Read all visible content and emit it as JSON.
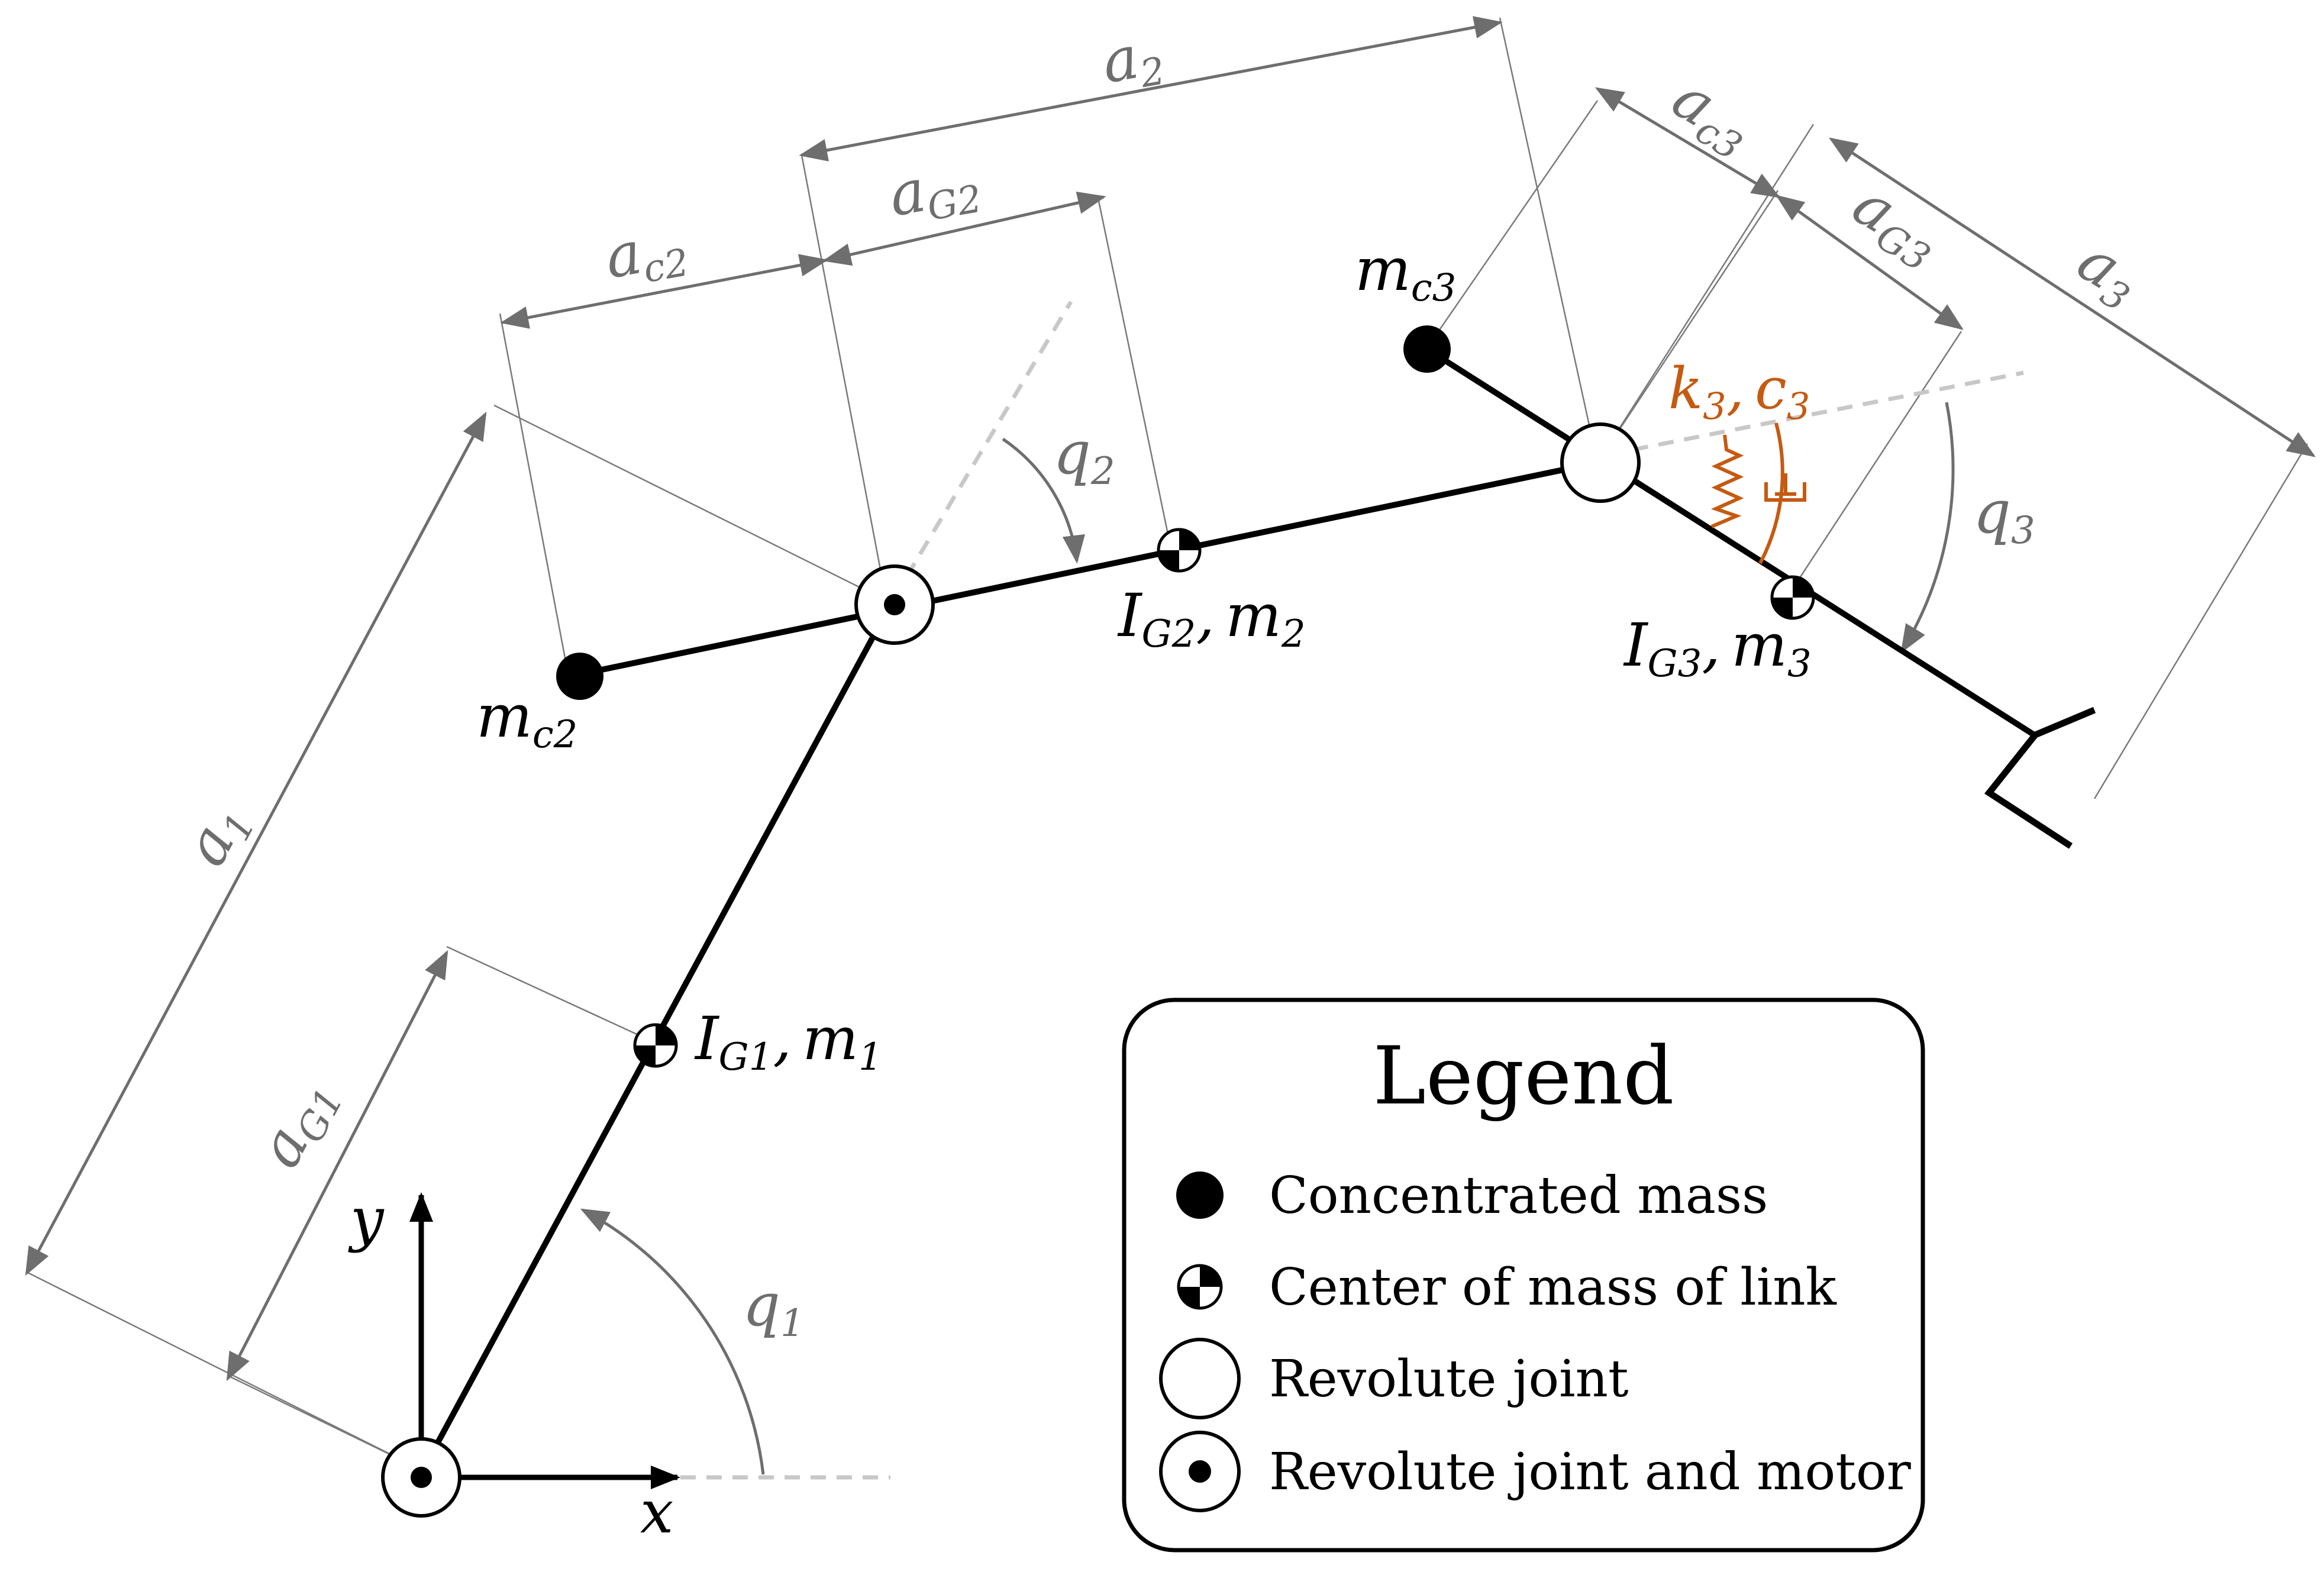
{
  "colors": {
    "dimension": "#6e6e6e",
    "link": "#000000",
    "spring_damper": "#c55a11",
    "dashed_reference": "#c8c8c8"
  },
  "labels": {
    "a1": "a",
    "a1_sub": "1",
    "aG1": "a",
    "aG1_sub": "G1",
    "a2": "a",
    "a2_sub": "2",
    "ac2": "a",
    "ac2_sub": "c2",
    "aG2": "a",
    "aG2_sub": "G2",
    "ac3": "a",
    "ac3_sub": "c3",
    "aG3": "a",
    "aG3_sub": "G3",
    "a3": "a",
    "a3_sub": "3",
    "q1": "q",
    "q1_sub": "1",
    "q2": "q",
    "q2_sub": "2",
    "q3": "q",
    "q3_sub": "3",
    "mc2": "m",
    "mc2_sub": "c2",
    "mc3": "m",
    "mc3_sub": "c3",
    "IG1": "I",
    "IG1_sub": "G1",
    "m1": "m",
    "m1_sub": "1",
    "IG2": "I",
    "IG2_sub": "G2",
    "m2": "m",
    "m2_sub": "2",
    "IG3": "I",
    "IG3_sub": "G3",
    "m3": "m",
    "m3_sub": "3",
    "k3": "k",
    "k3_sub": "3",
    "c3": "c",
    "c3_sub": "3",
    "x_axis": "x",
    "y_axis": "y",
    "comma": ","
  },
  "legend": {
    "title": "Legend",
    "items": [
      {
        "symbol": "concentrated-mass",
        "label": "Concentrated mass"
      },
      {
        "symbol": "center-of-mass",
        "label": "Center of mass of link"
      },
      {
        "symbol": "revolute-joint",
        "label": "Revolute joint"
      },
      {
        "symbol": "revolute-joint-motor",
        "label": "Revolute joint and motor"
      }
    ]
  }
}
